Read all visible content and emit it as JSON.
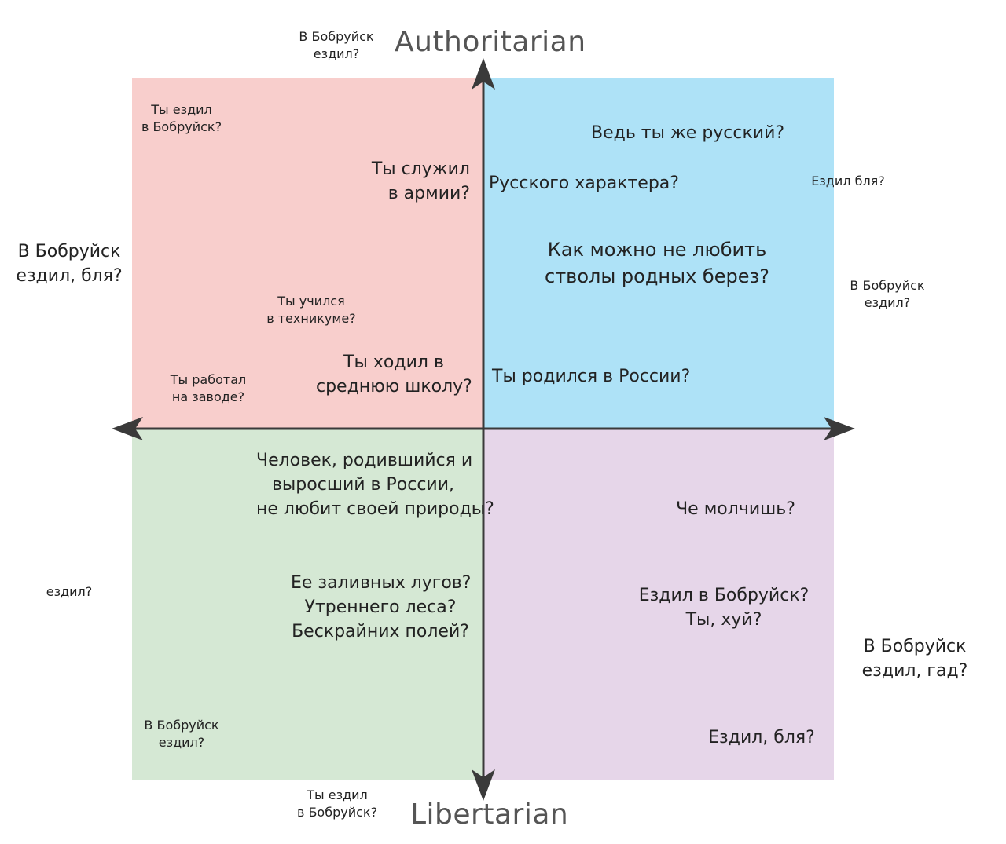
{
  "quadrants": {
    "top_left_color": "#f8cecc",
    "top_right_color": "#aee2f7",
    "bottom_left_color": "#d5e8d4",
    "bottom_right_color": "#e6d6e9"
  },
  "axes": {
    "top": "Authoritarian",
    "bottom": "Libertarian",
    "color": "#3a3a3a"
  },
  "outside": {
    "top_left_q": "В Бобруйск\nездил?",
    "left_upper": "В Бобруйск\nездил, бля?",
    "left_lower": "ездил?",
    "right_upper": "Ездил бля?",
    "right_middle": "В Бобруйск\nездил?",
    "right_lower": "В Бобруйск\nездил, гад?",
    "bottom_left_q": "Ты ездил\nв Бобруйск?"
  },
  "top_left": {
    "corner": "Ты ездил\nв Бобруйск?",
    "army": "Ты служил\nв армии?",
    "technikum": "Ты учился\nв техникуме?",
    "factory": "Ты работал\nна заводе?",
    "school": "Ты ходил в\nсреднюю школу?"
  },
  "top_right": {
    "russian": "Ведь ты же русский?",
    "character": "Русского характера?",
    "birches": "Как можно не любить\nстволы родных берез?",
    "born": "Ты родился в России?"
  },
  "bottom_left": {
    "nature": "Человек, родившийся и\nвыросший в России,\nне любит своей природы?",
    "meadows": "Ее заливных лугов?\nУтреннего леса?\nБескрайних полей?",
    "corner": "В Бобруйск\nездил?"
  },
  "bottom_right": {
    "silent": "Че молчишь?",
    "huy": "Ездил в Бобруйск?\nТы, хуй?",
    "blya": "Ездил, бля?"
  }
}
